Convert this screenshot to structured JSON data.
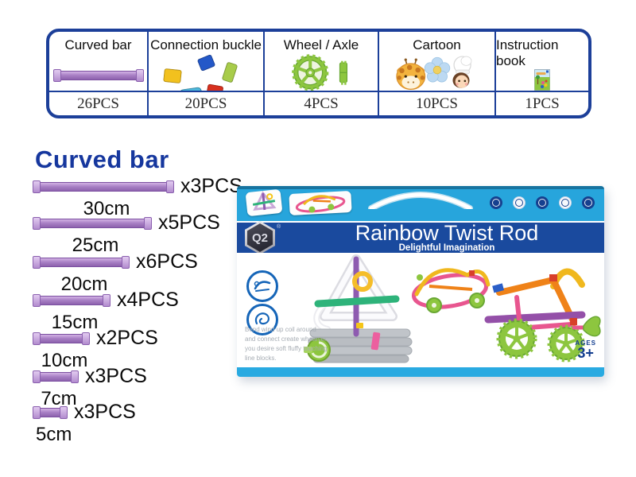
{
  "parts_table": {
    "columns": [
      {
        "label": "Curved bar",
        "count": "26PCS"
      },
      {
        "label": "Connection buckle",
        "count": "20PCS"
      },
      {
        "label": "Wheel / Axle",
        "count": "4PCS"
      },
      {
        "label": "Cartoon",
        "count": "10PCS"
      },
      {
        "label": "Instruction book",
        "count": "1PCS"
      }
    ]
  },
  "curved_bar_section": {
    "heading": "Curved bar",
    "rows": [
      {
        "size": "30cm",
        "qty": "x3PCS"
      },
      {
        "size": "25cm",
        "qty": "x5PCS"
      },
      {
        "size": "20cm",
        "qty": "x6PCS"
      },
      {
        "size": "15cm",
        "qty": "x4PCS"
      },
      {
        "size": "10cm",
        "qty": "x2PCS"
      },
      {
        "size": "7cm",
        "qty": "x3PCS"
      },
      {
        "size": "5cm",
        "qty": "x3PCS"
      }
    ]
  },
  "product_box": {
    "logo_text": "Q2",
    "reg_mark": "®",
    "title": "Rainbow Twist Rod",
    "subtitle": "Delightful Imagination",
    "description_lines": [
      "Bend wind up coil around",
      "and connect create whatever",
      "you desire soft fluffy touching",
      "line blocks."
    ],
    "ages_label": "AGES",
    "ages_value": "3+"
  },
  "colors": {
    "table_border": "#1c3f99",
    "heading_blue": "#16379e",
    "bar_purple": "#a87fc4",
    "flap_blue": "#27a5dc",
    "band_blue": "#1a4a9e",
    "strip_blue": "#29aae1",
    "wheel_green": "#8dc63f"
  }
}
